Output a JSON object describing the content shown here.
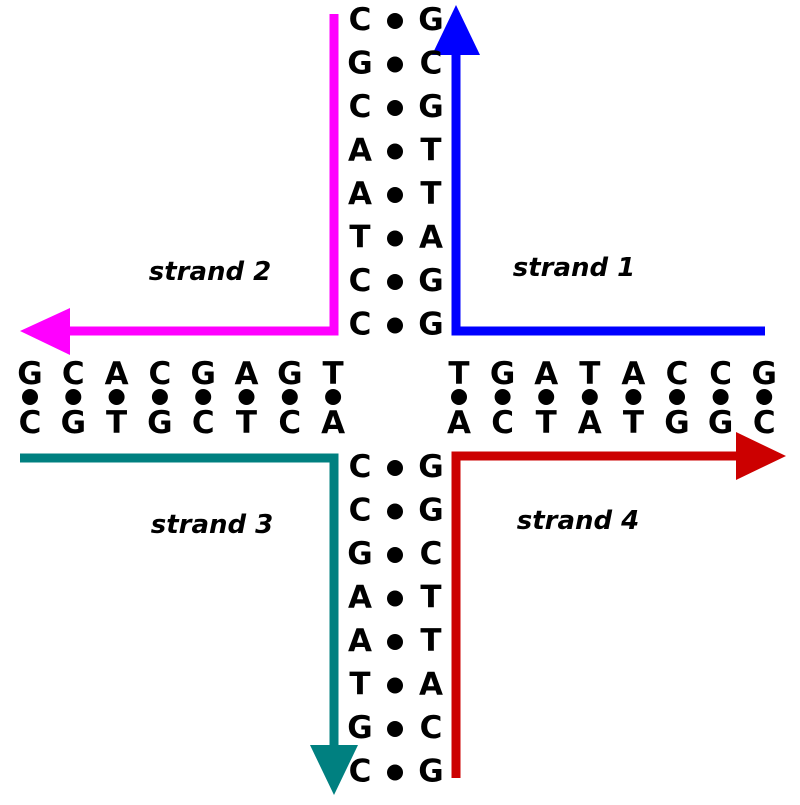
{
  "labels": {
    "strand1": "strand 1",
    "strand2": "strand 2",
    "strand3": "strand 3",
    "strand4": "strand 4"
  },
  "colors": {
    "strand1": "#0000ff",
    "strand2": "#ff00ff",
    "strand3": "#008080",
    "strand4": "#cc0000",
    "base": "#000000",
    "pair_dot": "#000000"
  },
  "top_arm": [
    [
      "C",
      "G"
    ],
    [
      "G",
      "C"
    ],
    [
      "C",
      "G"
    ],
    [
      "A",
      "T"
    ],
    [
      "A",
      "T"
    ],
    [
      "T",
      "A"
    ],
    [
      "C",
      "G"
    ],
    [
      "C",
      "G"
    ]
  ],
  "bottom_arm": [
    [
      "C",
      "G"
    ],
    [
      "C",
      "G"
    ],
    [
      "G",
      "C"
    ],
    [
      "A",
      "T"
    ],
    [
      "A",
      "T"
    ],
    [
      "T",
      "A"
    ],
    [
      "G",
      "C"
    ],
    [
      "C",
      "G"
    ]
  ],
  "left_arm": [
    [
      "G",
      "C"
    ],
    [
      "C",
      "G"
    ],
    [
      "A",
      "T"
    ],
    [
      "C",
      "G"
    ],
    [
      "G",
      "C"
    ],
    [
      "A",
      "T"
    ],
    [
      "G",
      "C"
    ],
    [
      "T",
      "A"
    ]
  ],
  "right_arm": [
    [
      "T",
      "A"
    ],
    [
      "G",
      "C"
    ],
    [
      "A",
      "T"
    ],
    [
      "T",
      "A"
    ],
    [
      "A",
      "T"
    ],
    [
      "C",
      "G"
    ],
    [
      "C",
      "G"
    ],
    [
      "G",
      "C"
    ]
  ]
}
